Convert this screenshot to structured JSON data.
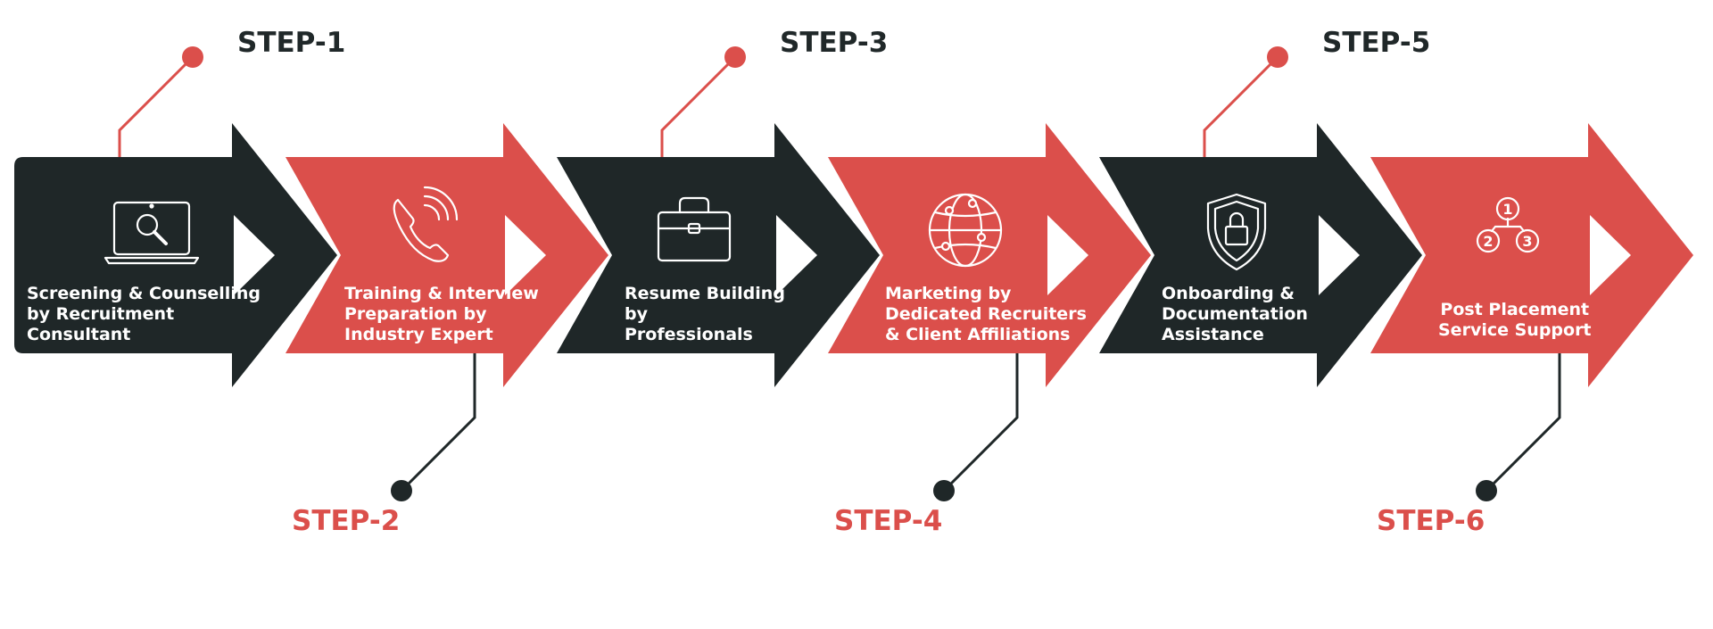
{
  "colors": {
    "dark": "#1f2728",
    "red": "#db4f4b",
    "white": "#ffffff"
  },
  "steps": [
    {
      "label": "STEP-1",
      "color": "dark",
      "connector": "top",
      "icon": "laptop-search-icon",
      "lines": [
        "Screening & Counselling",
        "by Recruitment",
        "Consultant"
      ]
    },
    {
      "label": "STEP-2",
      "color": "red",
      "connector": "bottom",
      "icon": "phone-call-icon",
      "lines": [
        "Training & Interview",
        "Preparation by",
        "Industry Expert"
      ]
    },
    {
      "label": "STEP-3",
      "color": "dark",
      "connector": "top",
      "icon": "briefcase-icon",
      "lines": [
        "Resume Building",
        "by",
        "Professionals"
      ]
    },
    {
      "label": "STEP-4",
      "color": "red",
      "connector": "bottom",
      "icon": "globe-network-icon",
      "lines": [
        "Marketing by",
        "Dedicated Recruiters",
        "& Client Affiliations"
      ]
    },
    {
      "label": "STEP-5",
      "color": "dark",
      "connector": "top",
      "icon": "shield-lock-icon",
      "lines": [
        "Onboarding &",
        "Documentation",
        "Assistance"
      ]
    },
    {
      "label": "STEP-6",
      "color": "red",
      "connector": "bottom",
      "icon": "numbered-steps-icon",
      "lines": [
        "Post Placement",
        "Service Support"
      ]
    }
  ]
}
